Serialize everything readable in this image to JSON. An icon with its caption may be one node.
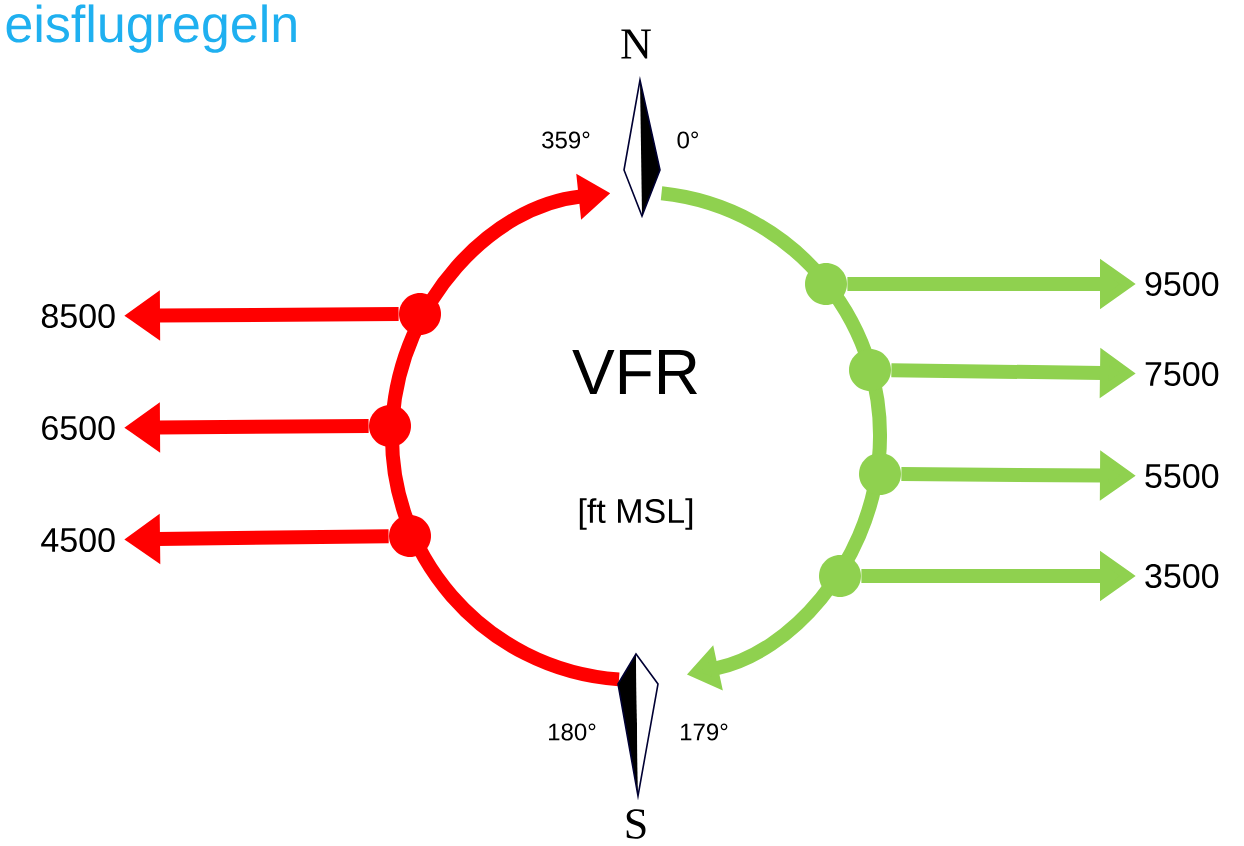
{
  "diagram": {
    "title": "eisflugregeln",
    "nodes": [
      {
        "text": [
          "8500"
        ]
      },
      {
        "text": [
          "6500"
        ]
      },
      {
        "text": [
          "4500"
        ]
      },
      {
        "text": [],
        "shape": "circle"
      },
      {
        "text": [],
        "shape": "circle"
      },
      {
        "text": [],
        "shape": "circle"
      },
      {
        "text": [],
        "shape": "circle"
      },
      {
        "text": [],
        "shape": "circle"
      },
      {
        "text": [],
        "shape": "circle"
      },
      {
        "text": [],
        "shape": "circle"
      },
      {
        "text": [
          "9500"
        ]
      },
      {
        "text": [
          "7500"
        ]
      },
      {
        "text": [
          "5500"
        ]
      },
      {
        "text": [
          "3500"
        ]
      }
    ],
    "edges": [
      {
        "from": 3,
        "to": 0,
        "arrow": "to",
        "color": "#ff0000"
      },
      {
        "from": 4,
        "to": 1,
        "arrow": "to",
        "color": "#ff0000"
      },
      {
        "from": 5,
        "to": 2,
        "arrow": "to",
        "color": "#ff0000"
      },
      {
        "from": 6,
        "to": 10,
        "arrow": "to"
      },
      {
        "from": 7,
        "to": 11,
        "arrow": "to"
      },
      {
        "from": 8,
        "to": 12,
        "arrow": "to"
      },
      {
        "from": 9,
        "to": 13,
        "arrow": "to"
      }
    ],
    "labels": [
      "N",
      "359°",
      "0°",
      "VFR",
      "[ft MSL]",
      "180°",
      "179°",
      "S"
    ]
  }
}
